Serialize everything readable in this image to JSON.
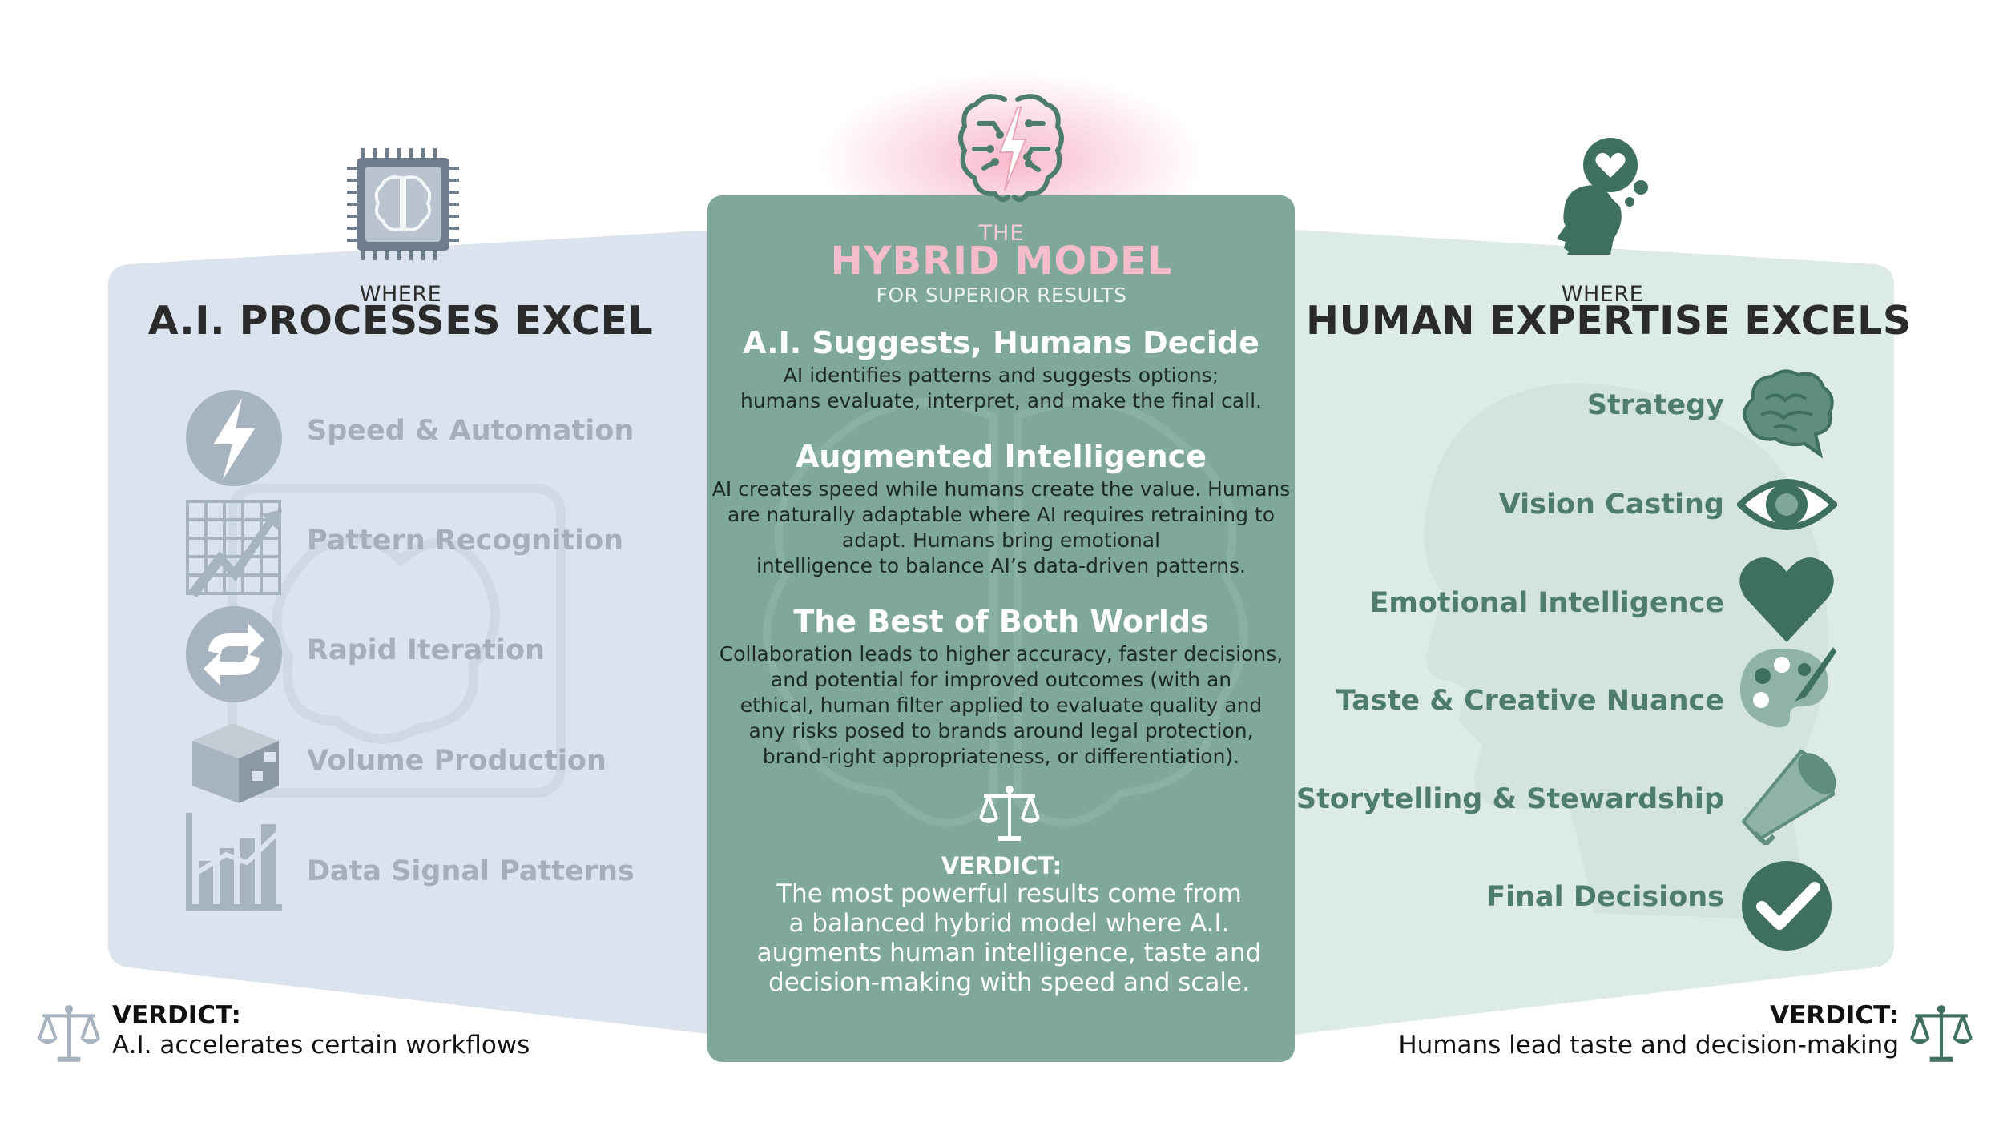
{
  "left": {
    "where": "WHERE",
    "title": "A.I. PROCESSES EXCEL",
    "items": [
      {
        "label": "Speed & Automation",
        "icon": "lightning-icon"
      },
      {
        "label": "Pattern Recognition",
        "icon": "trend-chart-icon"
      },
      {
        "label": "Rapid Iteration",
        "icon": "cycle-arrows-icon"
      },
      {
        "label": "Volume Production",
        "icon": "boxes-icon"
      },
      {
        "label": "Data Signal Patterns",
        "icon": "bar-chart-icon"
      }
    ],
    "verdict_label": "VERDICT:",
    "verdict_text": "A.I. accelerates certain workflows"
  },
  "center": {
    "the": "THE",
    "title": "HYBRID MODEL",
    "subtitle": "FOR SUPERIOR RESULTS",
    "sections": [
      {
        "heading": "A.I. Suggests, Humans Decide",
        "body": [
          "AI identifies patterns and suggests options;",
          "humans evaluate, interpret, and make the final call."
        ]
      },
      {
        "heading": "Augmented Intelligence",
        "body": [
          "AI creates speed while humans create the value. Humans",
          "are naturally adaptable where AI requires retraining to",
          "adapt. Humans bring emotional",
          "intelligence to balance AI’s data-driven patterns."
        ]
      },
      {
        "heading": "The Best of Both Worlds",
        "body": [
          "Collaboration leads to higher accuracy, faster decisions,",
          "and potential for improved outcomes (with an",
          "ethical, human filter applied to evaluate quality and",
          "any risks posed to brands around legal protection,",
          "brand-right appropriateness, or differentiation)."
        ]
      }
    ],
    "verdict_label": "VERDICT:",
    "verdict_body": [
      "The most powerful results come from",
      "a balanced hybrid model where A.I.",
      "augments human intelligence, taste and",
      "decision-making with speed and scale."
    ]
  },
  "right": {
    "where": "WHERE",
    "title": "HUMAN EXPERTISE EXCELS",
    "items": [
      {
        "label": "Strategy",
        "icon": "brain-icon"
      },
      {
        "label": "Vision Casting",
        "icon": "eye-icon"
      },
      {
        "label": "Emotional Intelligence",
        "icon": "heart-icon"
      },
      {
        "label": "Taste & Creative Nuance",
        "icon": "palette-icon"
      },
      {
        "label": "Storytelling & Stewardship",
        "icon": "megaphone-icon"
      },
      {
        "label": "Final Decisions",
        "icon": "checkmark-icon"
      }
    ],
    "verdict_label": "VERDICT:",
    "verdict_text": "Humans lead taste and decision-making"
  },
  "colors": {
    "left_panel": "#dbe4ee",
    "right_panel": "#dcebe3",
    "center_panel": "#7fa89b",
    "left_icon": "#a7b3bf",
    "right_icon": "#3f705e",
    "hybrid_pink": "#f5bccc"
  }
}
